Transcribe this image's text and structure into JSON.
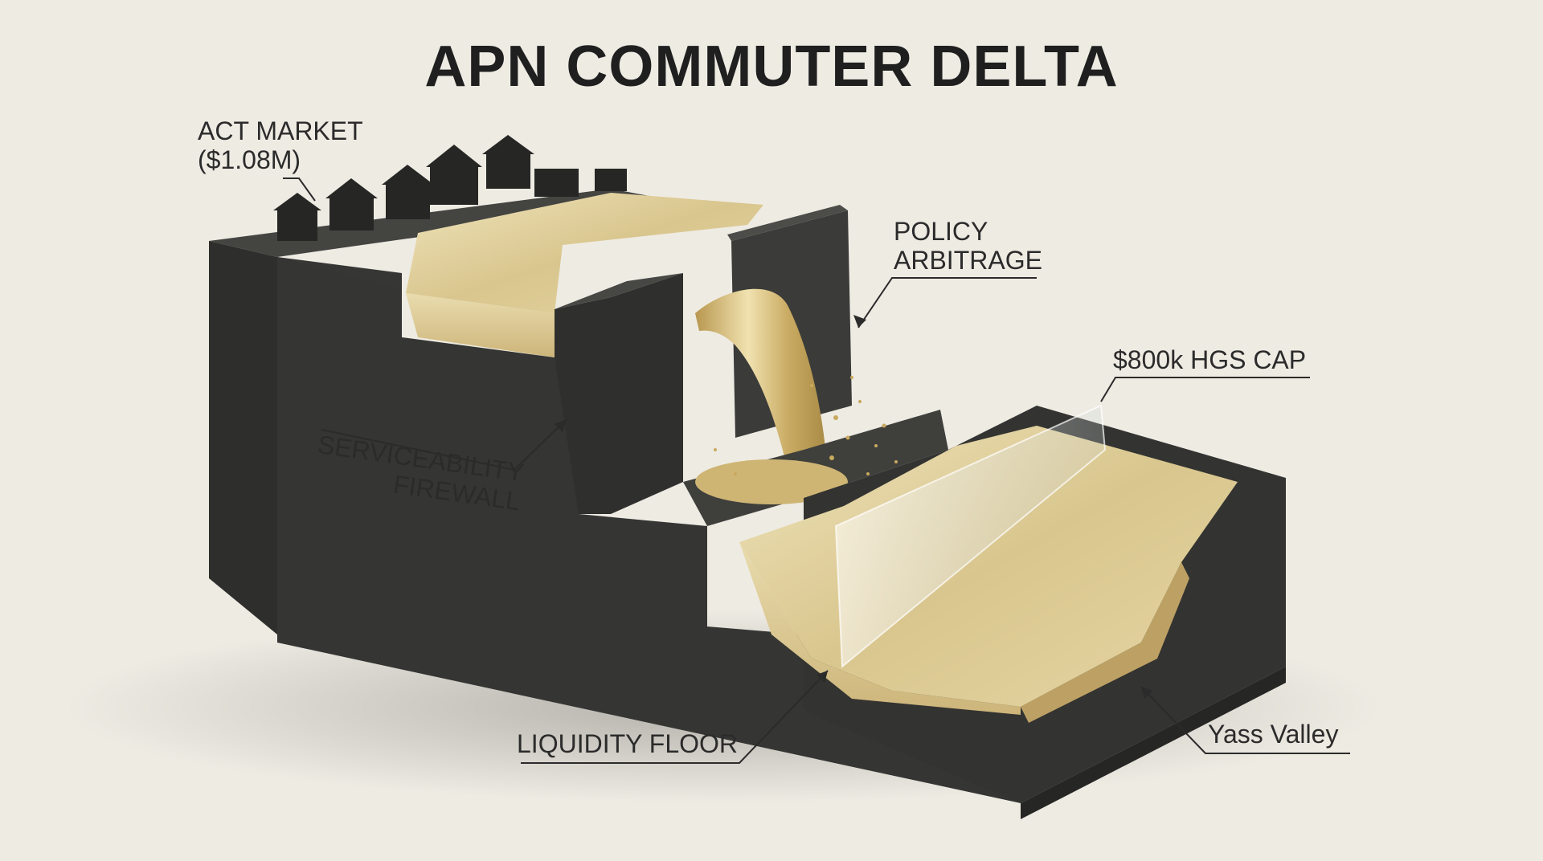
{
  "title": "APN COMMUTER DELTA",
  "labels": {
    "act_market_line1": "ACT MARKET",
    "act_market_line2": "($1.08M)",
    "policy_arbitrage_line1": "POLICY",
    "policy_arbitrage_line2": "ARBITRAGE",
    "hgs_cap": "$800k HGS CAP",
    "serviceability_line1": "SERVICEABILITY",
    "serviceability_line2": "FIREWALL",
    "liquidity_floor": "LIQUIDITY FLOOR",
    "yass_valley": "Yass Valley"
  },
  "colors": {
    "background": "#eeebe3",
    "block": "#3a3a38",
    "block_dark": "#2c2c2a",
    "block_light": "#4a4a47",
    "gold": "#d8c48a",
    "gold_light": "#eadcae",
    "gold_dark": "#b99f5e"
  }
}
